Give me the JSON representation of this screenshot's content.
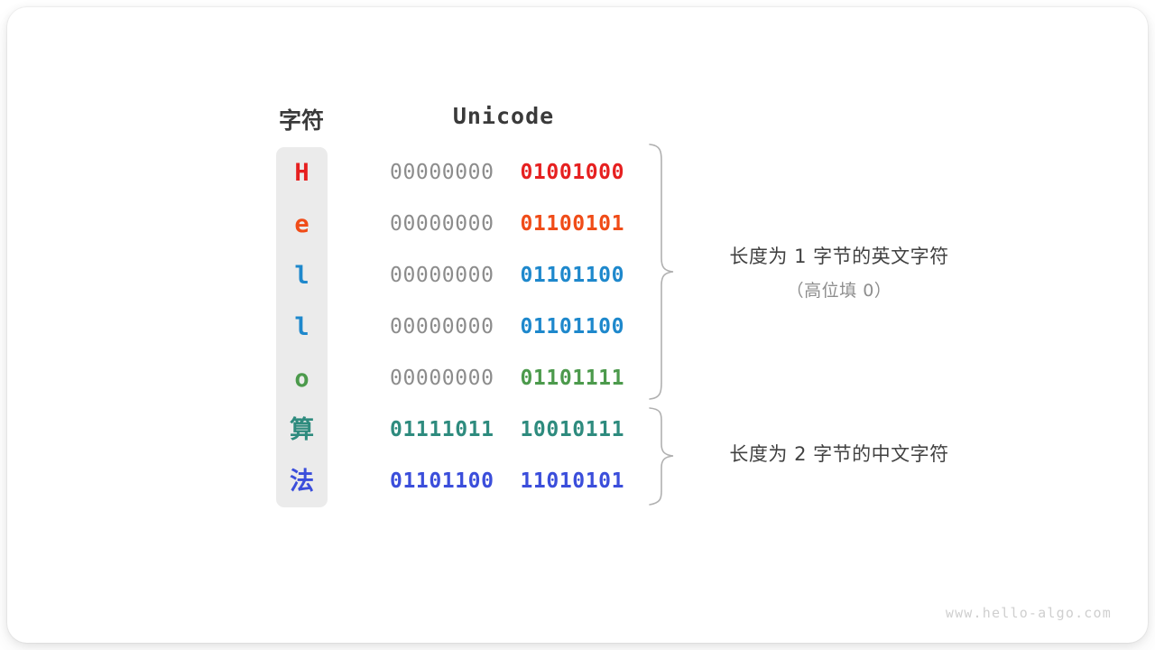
{
  "figure": {
    "headers": {
      "character": "字符",
      "encoding": "Unicode"
    },
    "rows": [
      {
        "char": "H",
        "char_color": "#E62020",
        "high_byte": "00000000",
        "low_byte": "01001000",
        "low_color": "#E62020",
        "cjk": false
      },
      {
        "char": "e",
        "char_color": "#F04C18",
        "high_byte": "00000000",
        "low_byte": "01100101",
        "low_color": "#F04C18",
        "cjk": false
      },
      {
        "char": "l",
        "char_color": "#1E88CC",
        "high_byte": "00000000",
        "low_byte": "01101100",
        "low_color": "#1E88CC",
        "cjk": false
      },
      {
        "char": "l",
        "char_color": "#1E88CC",
        "high_byte": "00000000",
        "low_byte": "01101100",
        "low_color": "#1E88CC",
        "cjk": false
      },
      {
        "char": "o",
        "char_color": "#4C9A4C",
        "high_byte": "00000000",
        "low_byte": "01101111",
        "low_color": "#4C9A4C",
        "cjk": false
      },
      {
        "char": "算",
        "char_color": "#2E8B7E",
        "high_byte": "01111011",
        "low_byte": "10010111",
        "low_color": "#2E8B7E",
        "high_color": "#2E8B7E",
        "cjk": true
      },
      {
        "char": "法",
        "char_color": "#3B4EDB",
        "high_byte": "01101100",
        "low_byte": "11010101",
        "low_color": "#3B4EDB",
        "high_color": "#3B4EDB",
        "cjk": true
      }
    ],
    "annotations": [
      {
        "line1": "长度为 1 字节的英文字符",
        "line2": "（高位填 0）"
      },
      {
        "line1": "长度为 2 字节的中文字符",
        "line2": ""
      }
    ],
    "watermark": "www.hello-algo.com",
    "colors": {
      "panel_background": "#ebebeb",
      "high_byte_gray": "#8c8c8c",
      "brace_gray": "#b0b0b0",
      "header_text": "#3a3a3a",
      "annotation_text": "#414141",
      "annotation_sub_text": "#8e8e8e",
      "watermark_text": "#cfcfcf",
      "card_background": "#ffffff"
    }
  }
}
